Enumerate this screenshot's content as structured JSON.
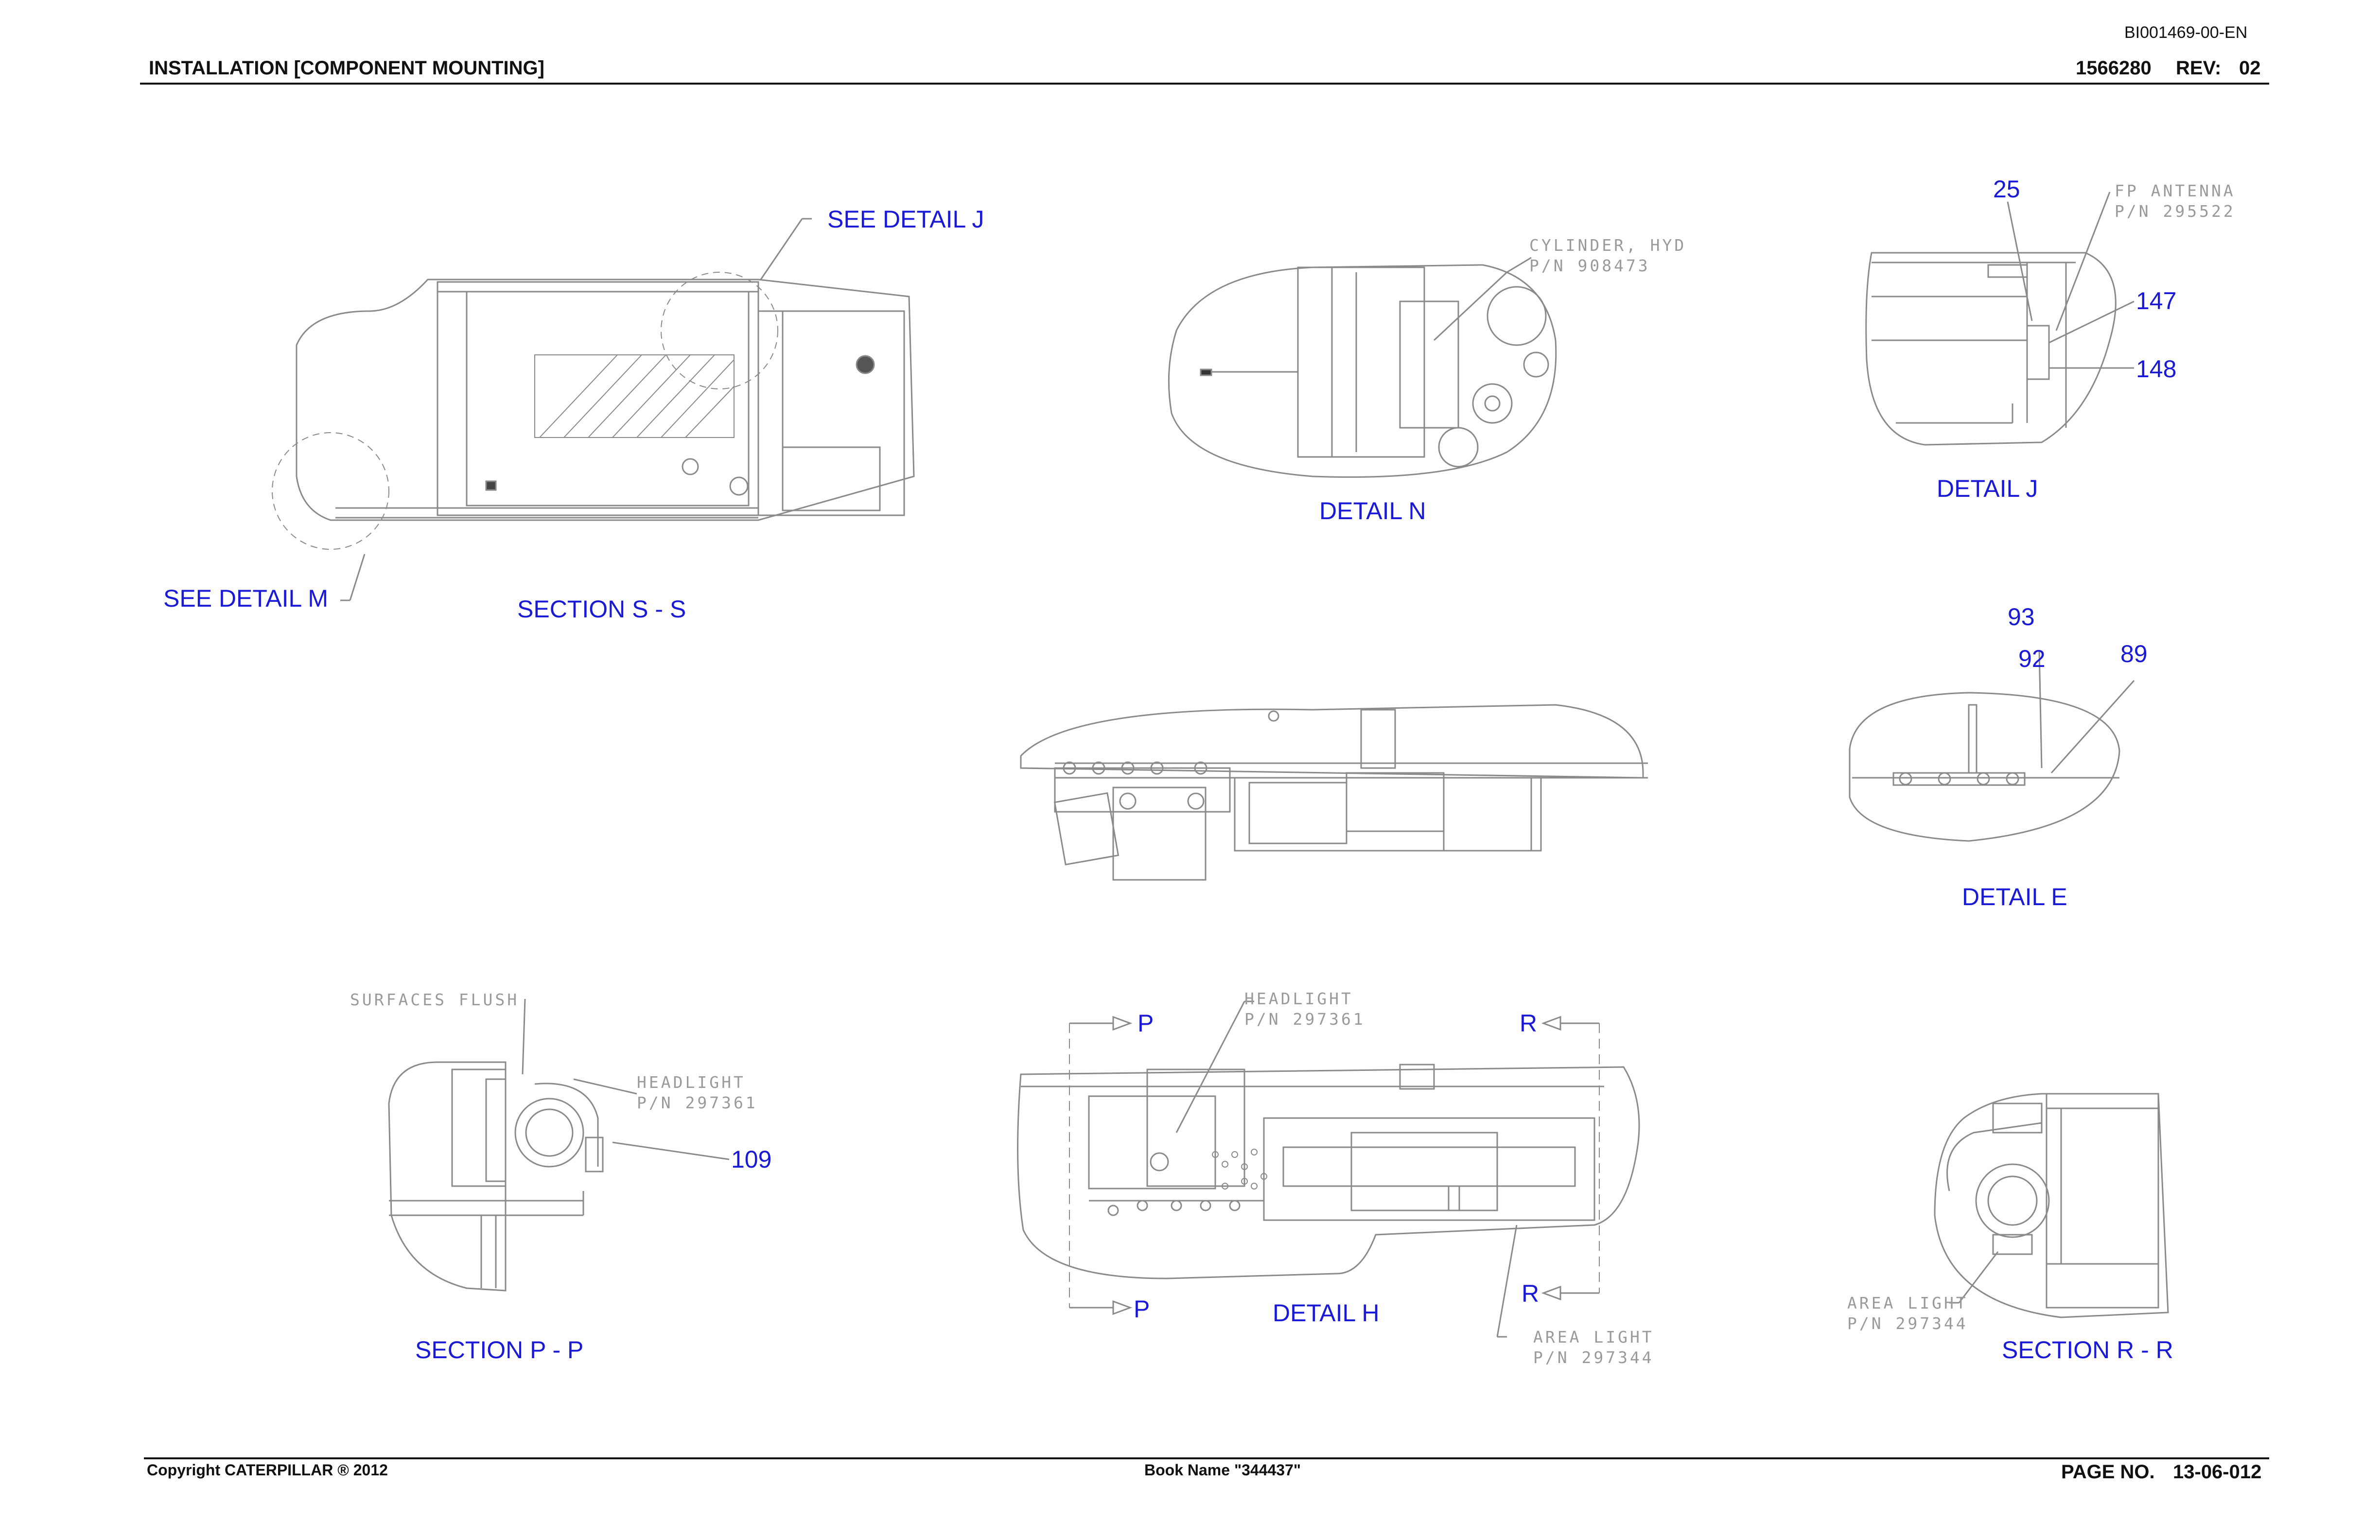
{
  "header": {
    "doc_id": "BI001469-00-EN",
    "title": "INSTALLATION [COMPONENT MOUNTING]",
    "doc_number": "1566280",
    "rev_label": "REV:",
    "rev": "02"
  },
  "footer": {
    "copyright": "Copyright CATERPILLAR ® 2012",
    "book_name": "Book Name \"344437\"",
    "page_label": "PAGE NO.",
    "page_number": "13-06-012"
  },
  "labels": {
    "see_detail_j": "SEE DETAIL J",
    "see_detail_m": "SEE DETAIL M",
    "section_s": "SECTION S - S",
    "detail_n": "DETAIL N",
    "detail_j": "DETAIL J",
    "detail_e": "DETAIL E",
    "section_p": "SECTION P - P",
    "detail_h": "DETAIL H",
    "section_r": "SECTION R - R",
    "p_top": "P",
    "p_bottom": "P",
    "r_top": "R",
    "r_bottom": "R"
  },
  "callouts": {
    "c25": "25",
    "c147": "147",
    "c148": "148",
    "c93": "93",
    "c92": "92",
    "c89": "89",
    "c109": "109"
  },
  "notes": {
    "cylinder": "CYLINDER, HYD\nP/N 908473",
    "fp_antenna": "FP ANTENNA\nP/N 295522",
    "surfaces_flush": "SURFACES FLUSH",
    "headlight_p": "HEADLIGHT\nP/N 297361",
    "headlight_h": "HEADLIGHT\nP/N 297361",
    "area_light_h": "AREA LIGHT\nP/N 297344",
    "area_light_r": "AREA LIGHT\nP/N 297344"
  },
  "colors": {
    "label_blue": "#1a1ad6",
    "line_gray": "#8a8a8a",
    "note_gray": "#9a9a9a"
  }
}
